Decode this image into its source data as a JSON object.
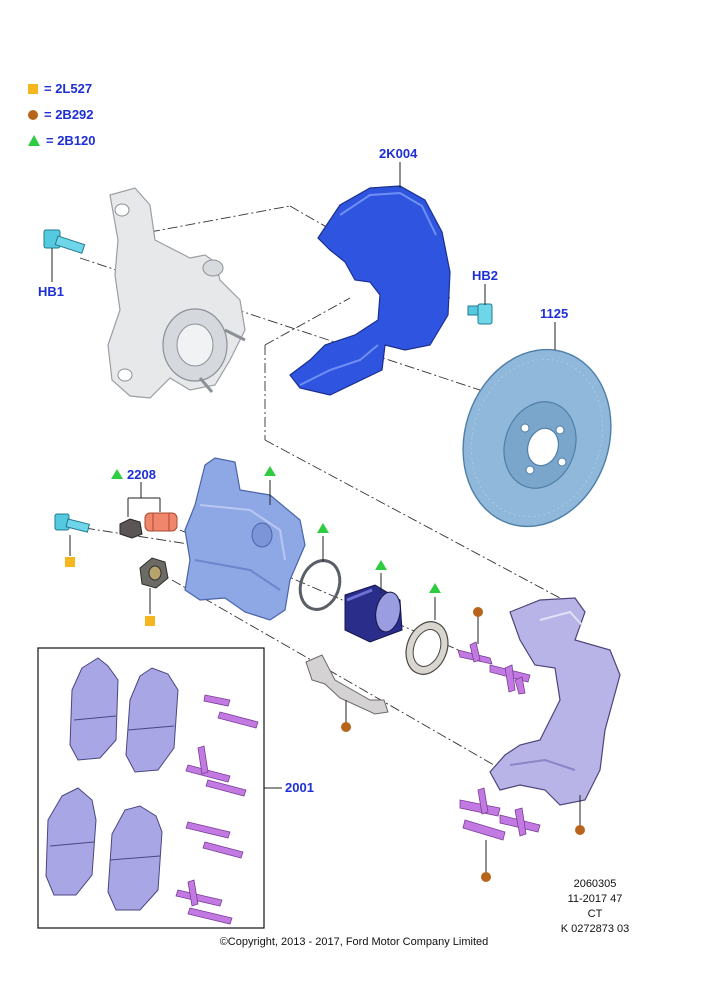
{
  "legend": [
    {
      "symbol": "square-icon",
      "color": "#f5b61e",
      "text": "= 2L527"
    },
    {
      "symbol": "circle-icon",
      "color": "#b8651c",
      "text": "= 2B292"
    },
    {
      "symbol": "triangle-icon",
      "color": "#2ecc40",
      "text": "= 2B120"
    }
  ],
  "callouts": {
    "hb1": "HB1",
    "k004": "2K004",
    "hb2": "HB2",
    "disc": "1125",
    "bushing": "2208",
    "kit": "2001"
  },
  "reference": {
    "line1": "2060305",
    "line2": "11-2017 47",
    "line3": "CT",
    "line4": "K 0272873 03"
  },
  "copyright": "©Copyright, 2013 - 2017, Ford Motor Company Limited",
  "colors": {
    "label_blue": "#1d2fd6",
    "shield_blue": "#2f55e0",
    "disc_blue": "#8fb8da",
    "caliper_blue": "#8ea8e6",
    "bracket_lilac": "#b9b4e8",
    "pad_lilac": "#a9a6e6",
    "clip_purple": "#c27ae2",
    "piston_navy": "#2a2d8a",
    "sleeve_salmon": "#f0876c"
  }
}
